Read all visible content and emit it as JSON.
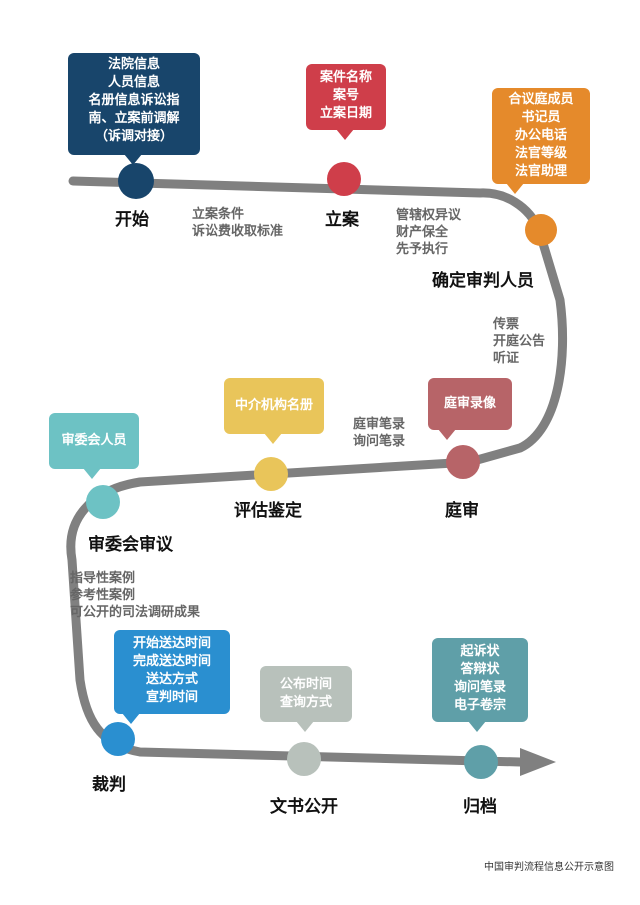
{
  "nodes": [
    {
      "id": "start",
      "label": "开始",
      "color": "#18456b"
    },
    {
      "id": "filing",
      "label": "立案",
      "color": "#cf3e4a"
    },
    {
      "id": "judges",
      "label": "确定审判人员",
      "color": "#e58a2b"
    },
    {
      "id": "trial",
      "label": "庭审",
      "color": "#b76468"
    },
    {
      "id": "appraisal",
      "label": "评估鉴定",
      "color": "#e9c55a"
    },
    {
      "id": "committee",
      "label": "审委会审议",
      "color": "#6dc2c4"
    },
    {
      "id": "judgment",
      "label": "裁判",
      "color": "#2a8fd0"
    },
    {
      "id": "publish",
      "label": "文书公开",
      "color": "#b8c1bb"
    },
    {
      "id": "archive",
      "label": "归档",
      "color": "#5f9fa8"
    }
  ],
  "boxes": {
    "start": {
      "lines": [
        "法院信息",
        "人员信息",
        "名册信息诉讼指",
        "南、立案前调解",
        "（诉调对接）"
      ],
      "color": "#18456b"
    },
    "filing": {
      "lines": [
        "案件名称",
        "案号",
        "立案日期"
      ],
      "color": "#cf3e4a"
    },
    "judges": {
      "lines": [
        "合议庭成员",
        "书记员",
        "办公电话",
        "法官等级",
        "法官助理"
      ],
      "color": "#e58a2b"
    },
    "trial": {
      "lines": [
        "庭审录像"
      ],
      "color": "#b76468"
    },
    "appraisal": {
      "lines": [
        "中介机构名册"
      ],
      "color": "#e9c55a"
    },
    "committee": {
      "lines": [
        "审委会人员"
      ],
      "color": "#6dc2c4"
    },
    "judgment": {
      "lines": [
        "开始送达时间",
        "完成送达时间",
        "送达方式",
        "宣判时间"
      ],
      "color": "#2a8fd0"
    },
    "publish": {
      "lines": [
        "公布时间",
        "查询方式"
      ],
      "color": "#b8c1bb"
    },
    "archive": {
      "lines": [
        "起诉状",
        "答辩状",
        "询问笔录",
        "电子卷宗"
      ],
      "color": "#5f9fa8"
    }
  },
  "notes": {
    "start_filing": [
      "立案条件",
      "诉讼费收取标准"
    ],
    "filing_judges": [
      "管辖权异议",
      "财产保全",
      "先予执行"
    ],
    "judges_trial": [
      "传票",
      "开庭公告",
      "听证"
    ],
    "trial_appraisal": [
      "庭审笔录",
      "询问笔录"
    ],
    "committee_judgment": [
      "指导性案例",
      "参考性案例",
      "可公开的司法调研成果"
    ]
  },
  "track_color": "#808080",
  "caption": "中国审判流程信息公开示意图"
}
